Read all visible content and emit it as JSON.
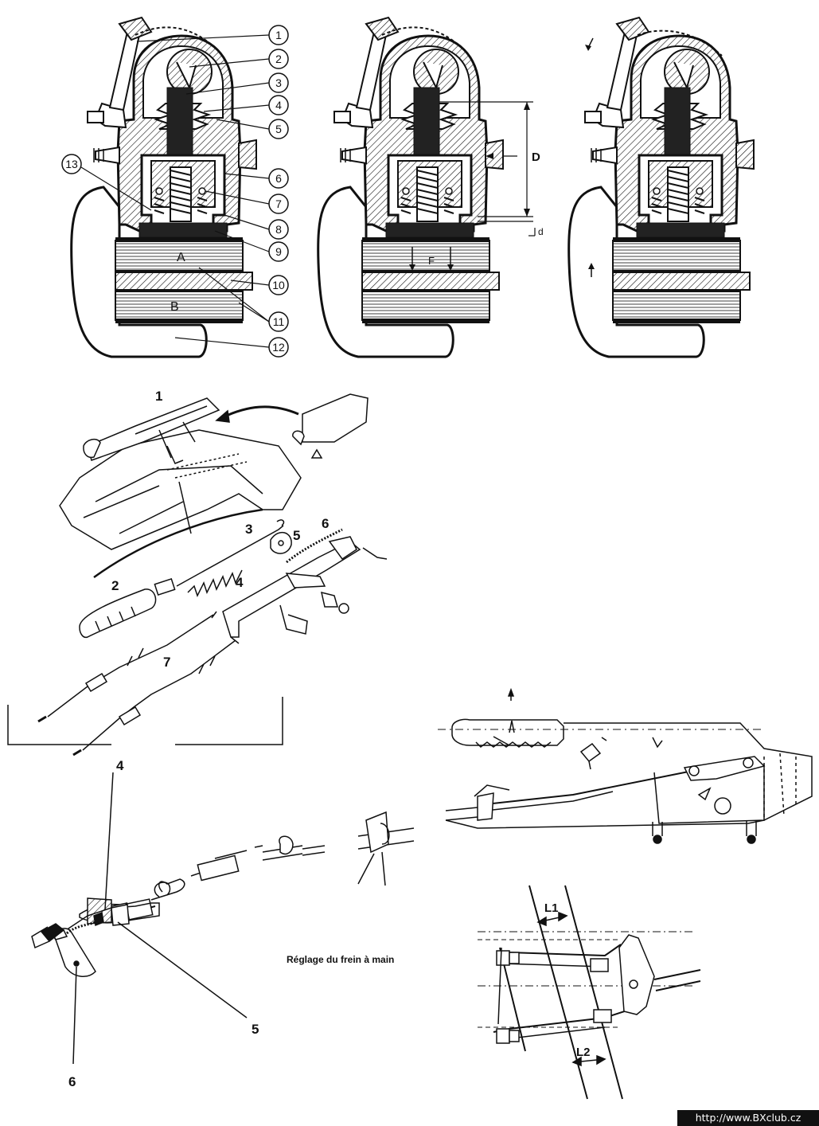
{
  "caliper_callouts": [
    "1",
    "2",
    "3",
    "4",
    "5",
    "6",
    "7",
    "8",
    "9",
    "10",
    "11",
    "12",
    "13"
  ],
  "caliper_labels": {
    "pad_a": "A",
    "pad_b": "B",
    "force": "F",
    "big_d": "D",
    "small_d": "d"
  },
  "exploded_labels": {
    "n1": "1",
    "n2": "2",
    "n3": "3",
    "n4": "4",
    "n5": "5",
    "n6": "6",
    "n7": "7"
  },
  "adjustment_labels": {
    "n4": "4",
    "n5": "5",
    "n6": "6",
    "l1": "L1",
    "l2": "L2"
  },
  "caption": "Réglage du frein à main",
  "footer": "http://www.BXclub.cz"
}
